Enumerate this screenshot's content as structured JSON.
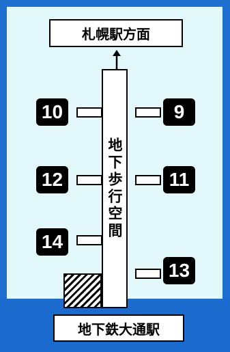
{
  "top_destination": "札幌駅方面",
  "bottom_destination": "地下鉄大通駅",
  "corridor_label": "地下歩行空間",
  "exits": {
    "e9": "9",
    "e10": "10",
    "e11": "11",
    "e12": "12",
    "e13": "13",
    "e14": "14"
  },
  "colors": {
    "frame": "#1f6fd1",
    "background": "#e3f8fb",
    "exit_badge": "#000000"
  }
}
